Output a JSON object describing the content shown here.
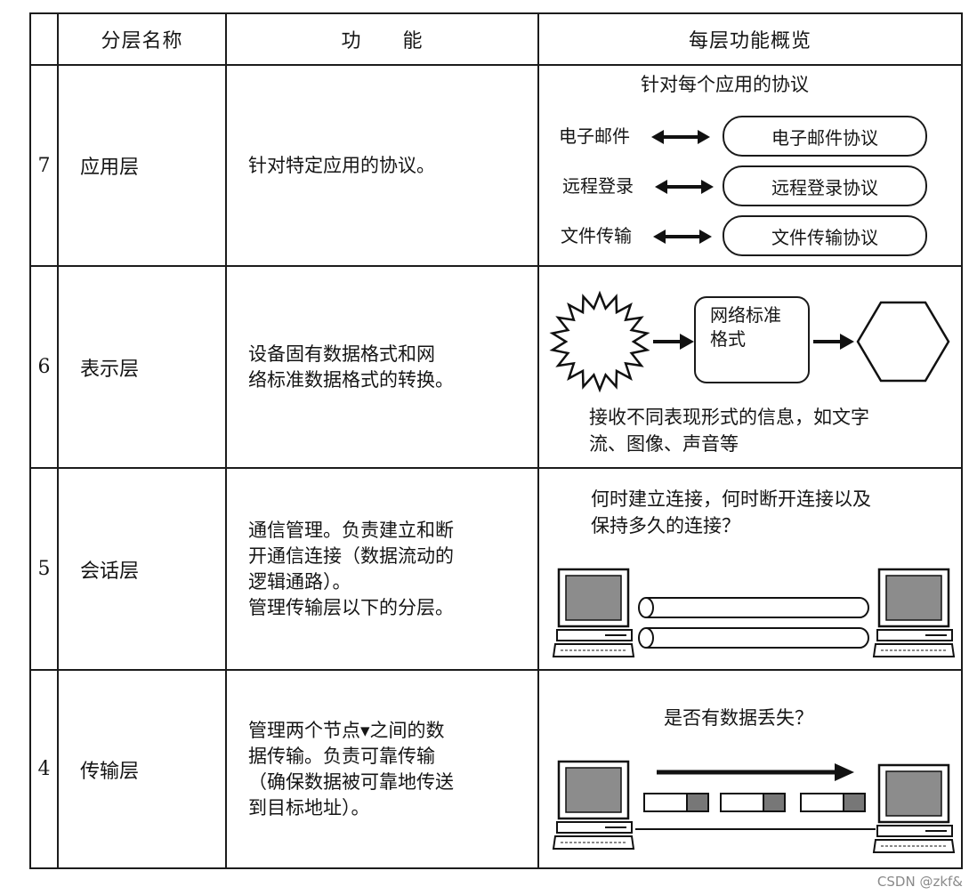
{
  "header": {
    "col_name": "分层名称",
    "col_function": "功　　能",
    "col_overview": "每层功能概览"
  },
  "rows": [
    {
      "number": "7",
      "name": "应用层",
      "function": "针对特定应用的协议。",
      "overview": {
        "title": "针对每个应用的协议",
        "apps": [
          {
            "app": "电子邮件",
            "protocol": "电子邮件协议"
          },
          {
            "app": "远程登录",
            "protocol": "远程登录协议"
          },
          {
            "app": "文件传输",
            "protocol": "文件传输协议"
          }
        ]
      }
    },
    {
      "number": "6",
      "name": "表示层",
      "function": "设备固有数据格式和网\n络标准数据格式的转换。",
      "overview": {
        "box_label": "网络标准\n格式",
        "caption": "接收不同表现形式的信息，如文字\n流、图像、声音等"
      }
    },
    {
      "number": "5",
      "name": "会话层",
      "function": "通信管理。负责建立和断\n开通信连接（数据流动的\n逻辑通路）。\n管理传输层以下的分层。",
      "overview": {
        "caption": "何时建立连接，何时断开连接以及\n保持多久的连接？"
      }
    },
    {
      "number": "4",
      "name": "传输层",
      "function": "管理两个节点▾之间的数\n据传输。负责可靠传输\n（确保数据被可靠地传送\n到目标地址）。",
      "overview": {
        "caption": "是否有数据丢失？"
      }
    }
  ],
  "watermark": "CSDN @zkf&"
}
